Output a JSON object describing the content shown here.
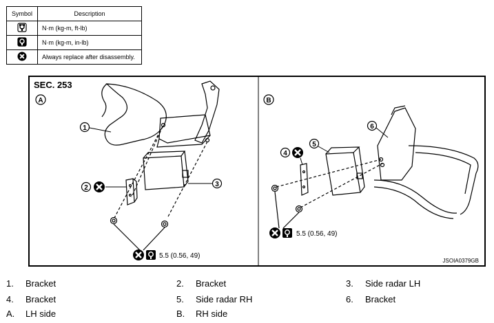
{
  "table": {
    "header_symbol": "Symbol",
    "header_description": "Description",
    "rows": [
      {
        "icon": "torque-wrench-icon",
        "description": "N·m (kg-m, ft-lb)"
      },
      {
        "icon": "torque-wrench-filled-icon",
        "description": "N·m (kg-m, in-lb)"
      },
      {
        "icon": "always-replace-icon",
        "description": "Always replace after disassembly."
      }
    ]
  },
  "diagram": {
    "section": "SEC. 253",
    "view_a": "A",
    "view_b": "B",
    "callout_1": "1",
    "callout_2": "2",
    "callout_3": "3",
    "callout_4": "4",
    "callout_5": "5",
    "callout_6": "6",
    "torque_a": "5.5 (0.56, 49)",
    "torque_b": "5.5 (0.56, 49)",
    "figure_id": "JSOIA0379GB"
  },
  "legend": [
    {
      "num": "1.",
      "text": "Bracket"
    },
    {
      "num": "2.",
      "text": "Bracket"
    },
    {
      "num": "3.",
      "text": "Side radar LH"
    },
    {
      "num": "4.",
      "text": "Bracket"
    },
    {
      "num": "5.",
      "text": "Side radar RH"
    },
    {
      "num": "6.",
      "text": "Bracket"
    },
    {
      "num": "A.",
      "text": "LH side"
    },
    {
      "num": "B.",
      "text": "RH side"
    }
  ]
}
